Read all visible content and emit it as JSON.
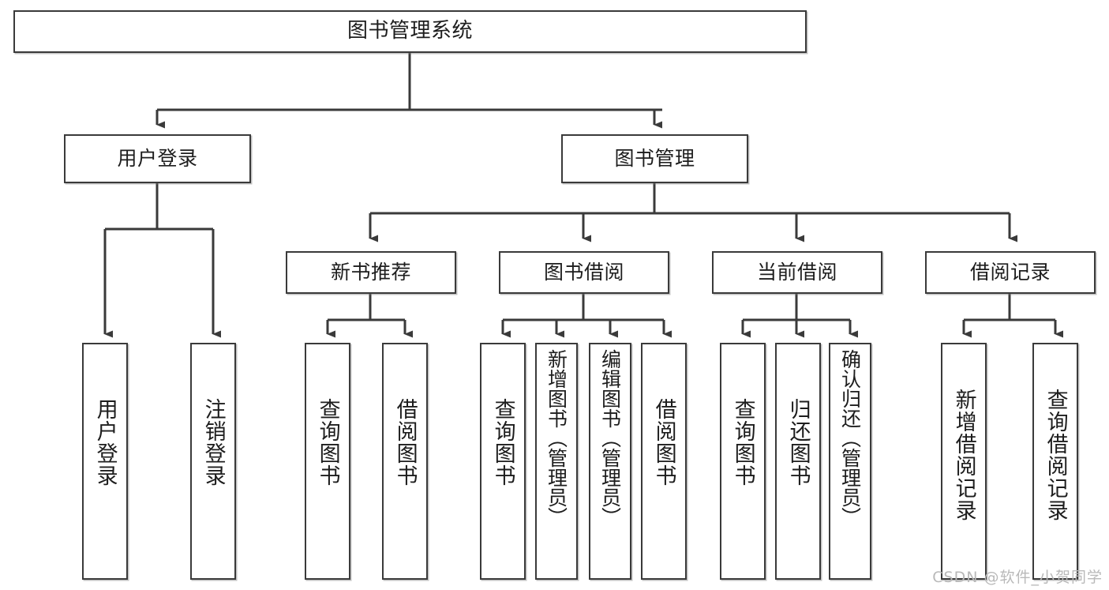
{
  "diagram": {
    "title": "图书管理系统",
    "type": "tree-hierarchy",
    "root": {
      "label": "图书管理系统"
    },
    "level2": [
      {
        "label": "用户登录"
      },
      {
        "label": "图书管理"
      }
    ],
    "level3": [
      {
        "label": "新书推荐"
      },
      {
        "label": "图书借阅"
      },
      {
        "label": "当前借阅"
      },
      {
        "label": "借阅记录"
      }
    ],
    "leaves": {
      "user_login": [
        {
          "label": "用户登录"
        },
        {
          "label": "注销登录"
        }
      ],
      "new_book_recommend": [
        {
          "label": "查询图书"
        },
        {
          "label": "借阅图书"
        }
      ],
      "book_borrow": [
        {
          "label": "查询图书"
        },
        {
          "label": "新增图书（管理员）"
        },
        {
          "label": "编辑图书（管理员）"
        },
        {
          "label": "借阅图书"
        }
      ],
      "current_borrow": [
        {
          "label": "查询图书"
        },
        {
          "label": "归还图书"
        },
        {
          "label": "确认归还（管理员）"
        }
      ],
      "borrow_record": [
        {
          "label": "新增借阅记录"
        },
        {
          "label": "查询借阅记录"
        }
      ]
    }
  },
  "watermark": {
    "text": "CSDN @软件_小贺同学"
  },
  "colors": {
    "stroke": "#3a3a3a",
    "text": "#1d1d1d",
    "background": "#ffffff",
    "watermark": "#b9b9b9"
  }
}
